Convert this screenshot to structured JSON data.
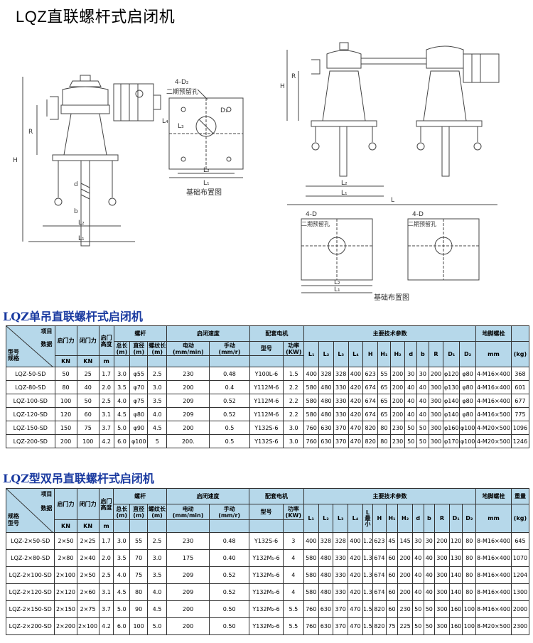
{
  "page_title": "LQZ直联螺杆式启闭机",
  "drawings": {
    "left": {
      "labels": [
        "H",
        "R",
        "4-D₂",
        "二期预留孔",
        "D₁",
        "L₄",
        "L₃",
        "L₂",
        "L₁",
        "d",
        "b",
        "L₂",
        "L₁"
      ],
      "foundation_caption": "基础布置图"
    },
    "right": {
      "labels": [
        "H",
        "R",
        "L",
        "L₂",
        "L₁",
        "4-D",
        "二期预留孔",
        "4-D",
        "二期预留孔",
        "L₂",
        "L₁"
      ],
      "foundation_caption": "基础布置图"
    }
  },
  "single": {
    "title": "LQZ单吊直联螺杆式启闭机",
    "corner": {
      "item": "项目",
      "data": "数据",
      "model": "型号\n规格"
    },
    "h_qmlx": "启门力",
    "h_bmlx": "闭门力",
    "h_qmgd": "启门\n高度",
    "h_lg": "螺杆",
    "h_sd": "启闭速度",
    "h_dj": "配套电机",
    "h_zy": "主要技术参数",
    "h_dj2": "地脚螺栓",
    "u_kn1": "KN",
    "u_kn2": "KN",
    "u_m": "m",
    "s_zc": "总长\n(m)",
    "s_zj": "直径\n(m)",
    "s_lwc": "螺纹长\n(m)",
    "s_dd": "电动\n(mm/min)",
    "s_sd": "手动\n(mm/r)",
    "s_xh": "型号",
    "s_gl": "功率\n(KW)",
    "p": [
      "L₁",
      "L₂",
      "L₃",
      "L₄",
      "H",
      "H₁",
      "H₂",
      "d",
      "b",
      "R",
      "D₁",
      "D₂"
    ],
    "u_mm": "mm",
    "u_kg": "(kg)",
    "rows": [
      [
        "LQZ-50-SD",
        "50",
        "25",
        "1.7",
        "3.0",
        "φ55",
        "2.5",
        "230",
        "0.48",
        "Y100L-6",
        "1.5",
        "400",
        "328",
        "328",
        "400",
        "623",
        "55",
        "200",
        "30",
        "30",
        "200",
        "φ120",
        "φ80",
        "4-M16×400",
        "368"
      ],
      [
        "LQZ-80-SD",
        "80",
        "40",
        "2.0",
        "3.5",
        "φ70",
        "3.0",
        "200",
        "0.4",
        "Y112M-6",
        "2.2",
        "580",
        "480",
        "330",
        "420",
        "674",
        "65",
        "200",
        "40",
        "40",
        "300",
        "φ130",
        "φ80",
        "4-M16×400",
        "601"
      ],
      [
        "LQZ-100-SD",
        "100",
        "50",
        "2.5",
        "4.0",
        "φ75",
        "3.5",
        "209",
        "0.52",
        "Y112M-6",
        "2.2",
        "580",
        "480",
        "330",
        "420",
        "674",
        "65",
        "200",
        "40",
        "40",
        "300",
        "φ140",
        "φ80",
        "4-M16×400",
        "677"
      ],
      [
        "LQZ-120-SD",
        "120",
        "60",
        "3.1",
        "4.5",
        "φ80",
        "4.0",
        "209",
        "0.52",
        "Y112M-6",
        "2.2",
        "580",
        "480",
        "330",
        "420",
        "674",
        "65",
        "200",
        "40",
        "40",
        "300",
        "φ140",
        "φ80",
        "4-M16×500",
        "775"
      ],
      [
        "LQZ-150-SD",
        "150",
        "75",
        "3.7",
        "5.0",
        "φ90",
        "4.5",
        "200",
        "0.5",
        "Y132S-6",
        "3.0",
        "760",
        "630",
        "370",
        "470",
        "820",
        "80",
        "230",
        "50",
        "50",
        "300",
        "φ160",
        "φ100",
        "4-M20×500",
        "1096"
      ],
      [
        "LQZ-200-SD",
        "200",
        "100",
        "4.2",
        "6.0",
        "φ100",
        "5",
        "200.",
        "0.5",
        "Y132S-6",
        "3.0",
        "760",
        "630",
        "370",
        "470",
        "820",
        "80",
        "230",
        "50",
        "50",
        "300",
        "φ170",
        "φ100",
        "4-M20×500",
        "1246"
      ]
    ]
  },
  "double": {
    "title": "LQZ型双吊直联螺杆式启闭机",
    "corner": {
      "item": "项目",
      "data": "数据",
      "model": "规格\n型号"
    },
    "h_qmlx": "启门力",
    "h_bmlx": "闭门力",
    "h_qmgd": "启门\n高度",
    "h_lg": "螺杆",
    "h_sd": "启闭速度",
    "h_dj": "配套电机",
    "h_zy": "主要技术参数",
    "h_dj2": "地脚螺栓",
    "h_zl": "重量",
    "u_kn1": "KN",
    "u_kn2": "KN",
    "u_m": "m",
    "s_zc": "总长\n(m)",
    "s_zj": "直径\n(m)",
    "s_lwc": "螺纹长\n(m)",
    "s_dd": "电动\n(mm/min)",
    "s_sd": "手动\n(mm/r)",
    "s_xh": "型号",
    "s_gl": "功率\n(KW)",
    "p": [
      "L₁",
      "L₂",
      "L₃",
      "L₄",
      "L\n最\n小",
      "H",
      "H₁",
      "H₂",
      "d",
      "b",
      "R",
      "D₁",
      "D₂"
    ],
    "u_mm": "mm",
    "u_kg": "(kg)",
    "rows": [
      [
        "LQZ-2×50-SD",
        "2×50",
        "2×25",
        "1.7",
        "3.0",
        "55",
        "2.5",
        "230",
        "0.48",
        "Y132S-6",
        "3",
        "400",
        "328",
        "328",
        "400",
        "1.2",
        "623",
        "45",
        "145",
        "30",
        "30",
        "200",
        "120",
        "80",
        "8-M16×400",
        "645"
      ],
      [
        "LQZ-2×80-SD",
        "2×80",
        "2×40",
        "2.0",
        "3.5",
        "70",
        "3.0",
        "175",
        "0.40",
        "Y132M₁-6",
        "4",
        "580",
        "480",
        "330",
        "420",
        "1.3",
        "674",
        "60",
        "200",
        "40",
        "40",
        "300",
        "130",
        "80",
        "8-M16×400",
        "1070"
      ],
      [
        "LQZ-2×100-SD",
        "2×100",
        "2×50",
        "2.5",
        "4.0",
        "75",
        "3.5",
        "209",
        "0.52",
        "Y132M₁-6",
        "4",
        "580",
        "480",
        "330",
        "420",
        "1.3",
        "674",
        "60",
        "200",
        "40",
        "40",
        "300",
        "140",
        "80",
        "8-M16×400",
        "1204"
      ],
      [
        "LQZ-2×120-SD",
        "2×120",
        "2×60",
        "3.1",
        "4.5",
        "80",
        "4.0",
        "209",
        "0.52",
        "Y132M₁-6",
        "4",
        "580",
        "480",
        "330",
        "420",
        "1.3",
        "674",
        "60",
        "200",
        "40",
        "40",
        "300",
        "140",
        "80",
        "8-M16×400",
        "1300"
      ],
      [
        "LQZ-2×150-SD",
        "2×150",
        "2×75",
        "3.7",
        "5.0",
        "90",
        "4.5",
        "200",
        "0.50",
        "Y132M₂-6",
        "5.5",
        "760",
        "630",
        "370",
        "470",
        "1.5",
        "820",
        "60",
        "230",
        "50",
        "50",
        "300",
        "160",
        "100",
        "8-M16×400",
        "2000"
      ],
      [
        "LQZ-2×200-SD",
        "2×200",
        "2×100",
        "4.2",
        "6.0",
        "100",
        "5.0",
        "200",
        "0.50",
        "Y132M₂-6",
        "5.5",
        "760",
        "630",
        "370",
        "470",
        "1.5",
        "820",
        "75",
        "225",
        "50",
        "50",
        "300",
        "160",
        "100",
        "8-M20×500",
        "2300"
      ]
    ]
  }
}
